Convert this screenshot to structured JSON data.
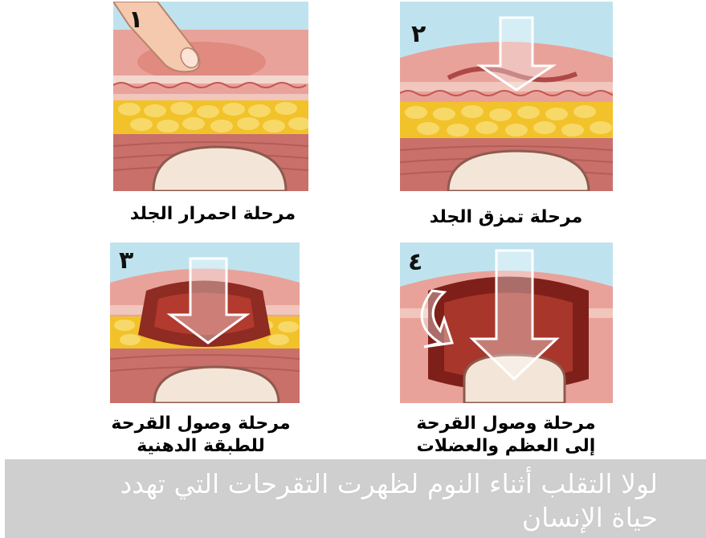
{
  "stages": [
    {
      "number": "١",
      "caption_lines": [
        "مرحلة احمرار الجلد"
      ]
    },
    {
      "number": "٢",
      "caption_lines": [
        "مرحلة تمزق الجلد"
      ]
    },
    {
      "number": "٣",
      "caption_lines": [
        "مرحلة وصول القرحة",
        "للطبقة الدهنية"
      ]
    },
    {
      "number": "٤",
      "caption_lines": [
        "مرحلة وصول القرحة",
        "إلى العظم والعضلات"
      ]
    }
  ],
  "banner": {
    "lines": [
      "لولا التقلب أثناء النوم لظهرت التقرحات التي تهدد",
      "حياة الإنسان"
    ]
  },
  "colors": {
    "skin_top": "#e9a29a",
    "epidermis": "#d98c86",
    "fat": "#f2c22a",
    "muscle": "#c9706a",
    "bone": "#f3e6d8",
    "sky": "#bfe3ee",
    "banner_bg": "#cfcfcf"
  }
}
